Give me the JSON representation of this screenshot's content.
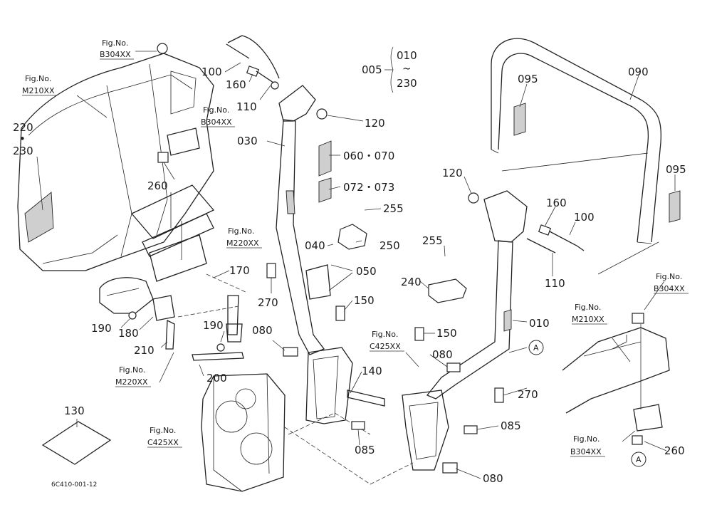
{
  "fig_label": "Fig.No.",
  "fig_refs": {
    "b304_top": "B304XX",
    "m210_left": "M210XX",
    "b304_left": "B304XX",
    "m220_upper": "M220XX",
    "m220_lower": "M220XX",
    "c425_left": "C425XX",
    "c425_mid": "C425XX",
    "b304_right_upper": "B304XX",
    "m210_right": "M210XX",
    "b304_right_lower": "B304XX"
  },
  "callouts": {
    "p005": "005",
    "p010_230_top": "010",
    "p010_230_tilde": "~",
    "p010_230_bottom": "230",
    "p220": "220",
    "p220_dot": "•",
    "p230": "230",
    "p100_left": "100",
    "p160_left": "160",
    "p110_left": "110",
    "p120_left": "120",
    "p030": "030",
    "p060_070": "060・070",
    "p072_073": "072・073",
    "p255_upper": "255",
    "p250": "250",
    "p040": "040",
    "p050": "050",
    "p260_left": "260",
    "p170": "170",
    "p270_left": "270",
    "p150_upper": "150",
    "p190_left": "190",
    "p180": "180",
    "p190_mid": "190",
    "p210": "210",
    "p200": "200",
    "p080_left": "080",
    "p140": "140",
    "p150_mid": "150",
    "p080_mid": "080",
    "p085_lower": "085",
    "p085_right": "085",
    "p080_lower": "080",
    "p130": "130",
    "p095_left": "095",
    "p090": "090",
    "p095_right": "095",
    "p120_right": "120",
    "p160_right": "160",
    "p100_right": "100",
    "p110_right": "110",
    "p255_lower": "255",
    "p240": "240",
    "p010": "010",
    "p270_right": "270",
    "p260_right": "260",
    "marker_a_upper": "A",
    "marker_a_lower": "A"
  },
  "drawing_code": "6C410-001-12"
}
